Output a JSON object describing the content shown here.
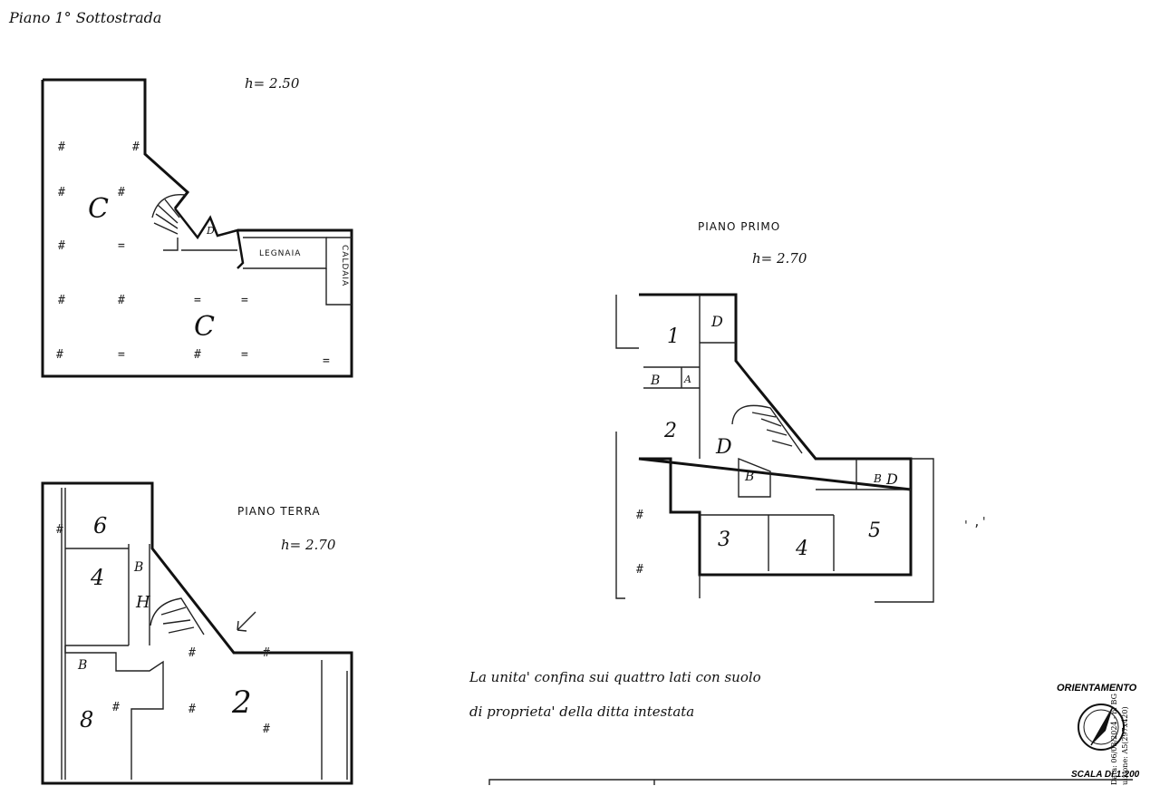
{
  "header": {
    "title": "Piano   1° Sottostrada"
  },
  "basement": {
    "height": "h= 2.50",
    "label_c1": "C",
    "label_c2": "C",
    "label_d": "D",
    "label_legnaia": "LEGNAIA",
    "label_caldaia": "CALDAIA"
  },
  "first_floor": {
    "title": "PIANO  PRIMO",
    "height": "h= 2.70",
    "rooms": [
      "1",
      "D",
      "B",
      "A",
      "2",
      "D",
      "B",
      "3",
      "4",
      "5",
      "B",
      "D"
    ]
  },
  "ground_floor": {
    "title": "PIANO  TERRA",
    "height": "h= 2.70",
    "rooms": [
      "6",
      "4",
      "B",
      "H",
      "B",
      "8",
      "2"
    ]
  },
  "note": {
    "line1": "La unita' confina sui quattro lati con suolo",
    "line2": "di proprieta' della ditta intestata"
  },
  "orientation": {
    "label": "ORIENTAMENTO"
  },
  "scale": {
    "label": "SCALA DI 1:200"
  },
  "stamp": {
    "line1": "Data: 06/03/2024 - n. BG",
    "line2": "uizione: A5(297x420)"
  }
}
